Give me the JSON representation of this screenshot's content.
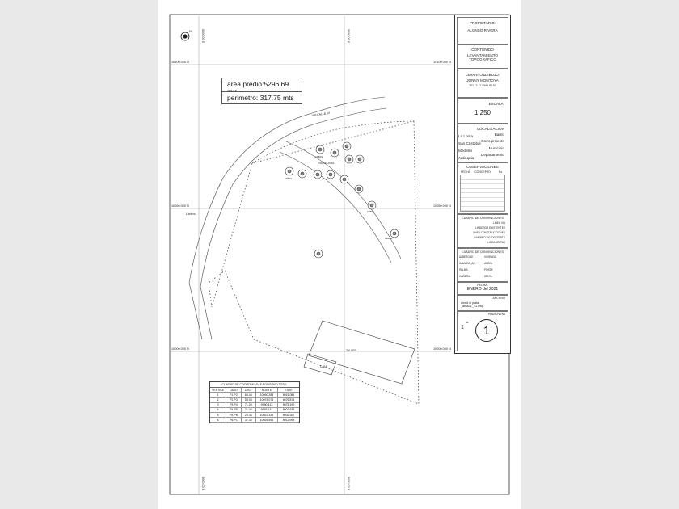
{
  "info_boxes": {
    "area": "area predio:5296.69 m2",
    "perimeter": "perimetro:  317.75 mts"
  },
  "grid_labels": {
    "y_top": "10100.000 N",
    "y_mid": "10050.000 N",
    "y_bottom": "10000.000 N",
    "x_left": "5000.00 E",
    "x_right": "5050.00 E"
  },
  "map_labels": {
    "via": "VIA CALLE 10",
    "via2": "VIA VECINAL",
    "taller": "TALLER",
    "casa": "CASA",
    "arbol": "ARBOL",
    "lindero": "Lindero"
  },
  "title_block": {
    "owner_label": "PROPIETARIO:",
    "owner_name": "ALONSO RIVERA",
    "content_label": "CONTENIDO",
    "content_value": "LEVANTAMIENTO TOPOGRAFICO",
    "surveyor_label": "LEVANTO&DIBUJO:",
    "surveyor_name": "JONNY MONTOYA",
    "surveyor_tel": "TEL. 3 47 0565 80 92",
    "scale_label": "ESCALA:",
    "scale_value": "1:250",
    "location_label": "LOCALIZACION",
    "loc_barrio_value": "La Loma",
    "loc_barrio_label": "Barrio",
    "loc_correg_value": "San Cristobal",
    "loc_correg_label": "Corregimiento",
    "loc_munic_value": "Medellin",
    "loc_munic_label": "Municipio",
    "loc_depto_value": "Antioquia",
    "loc_depto_label": "Departamento",
    "observations_label": "OBSERVACIONES",
    "obs_cols": [
      "FECHA",
      "CONCEPTO",
      "No"
    ],
    "conventions_label": "CUADRO DE CONVENCIONES",
    "conv_items": [
      "LINEA VIA",
      "LINDEROS EXISTENTES",
      "LINEA CONSTRUCCIONES",
      "LINDERO NO EXISTENTE",
      "LINEA DELTAS"
    ],
    "conventions2_label": "CUADRO DE CONVENCIONES",
    "conv2_items": [
      "ALBERGUE",
      "VIVIENDA",
      "CAMARA_AS",
      "ARBOL",
      "PALMA",
      "POSTE",
      "CAÑERIA",
      "DELTA"
    ],
    "date_label": "FECHA:",
    "date_value": "ENERO del 2021",
    "file_label": "ARCHIVO",
    "file_value": "clorid di plata _ama21_21.dwg",
    "plancha_label": "PLANCHA No",
    "plancha_of": "1",
    "plancha_de": "de",
    "plancha_num": "1"
  },
  "coord_table": {
    "title": "CUADRO DE COORDENADAS POLIGONO TOTAL",
    "headers": [
      "VERTICE",
      "LADO",
      "DIST.",
      "NORTE",
      "ESTE"
    ],
    "rows": [
      [
        "1",
        "P1-P2",
        "86.44",
        "10090.283",
        "5015.081"
      ],
      [
        "2",
        "P2-P3",
        "58.93",
        "10075.073",
        "5076.874"
      ],
      [
        "3",
        "P3-P4",
        "71.20",
        "9990.413",
        "5075.190"
      ],
      [
        "4",
        "P4-P5",
        "21.49",
        "9993.124",
        "5007.636"
      ],
      [
        "5",
        "P5-P6",
        "26.34",
        "10022.334",
        "5002.307"
      ],
      [
        "6",
        "P6-P1",
        "37.35",
        "10026.556",
        "5012.995"
      ]
    ]
  }
}
